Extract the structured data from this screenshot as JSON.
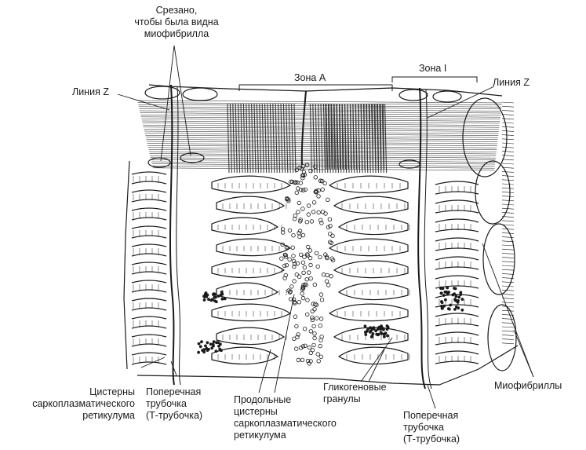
{
  "labels": {
    "cut": [
      "Срезано,",
      "чтобы была видна",
      "миофибрилла"
    ],
    "z_line_left": "Линия Z",
    "z_line_right": "Линия Z",
    "zone_a": "Зона А",
    "zone_i": "Зона I",
    "cisterns_sr": [
      "Цистерны",
      "саркоплазматического",
      "ретикулума"
    ],
    "t_tubule_left": [
      "Поперечная",
      "трубочка",
      "(Т-трубочка)"
    ],
    "longitudinal_cisterns": [
      "Продольные",
      "цистерны",
      "саркоплазматического",
      "ретикулума"
    ],
    "glycogen": [
      "Гликогеновые",
      "гранулы"
    ],
    "t_tubule_right": [
      "Поперечная",
      "трубочка",
      "(Т-трубочка)"
    ],
    "myofibrils": "Миофибриллы"
  },
  "colors": {
    "ink": "#1a1a1a",
    "paper": "#ffffff",
    "shade": "#3a3a3a"
  }
}
